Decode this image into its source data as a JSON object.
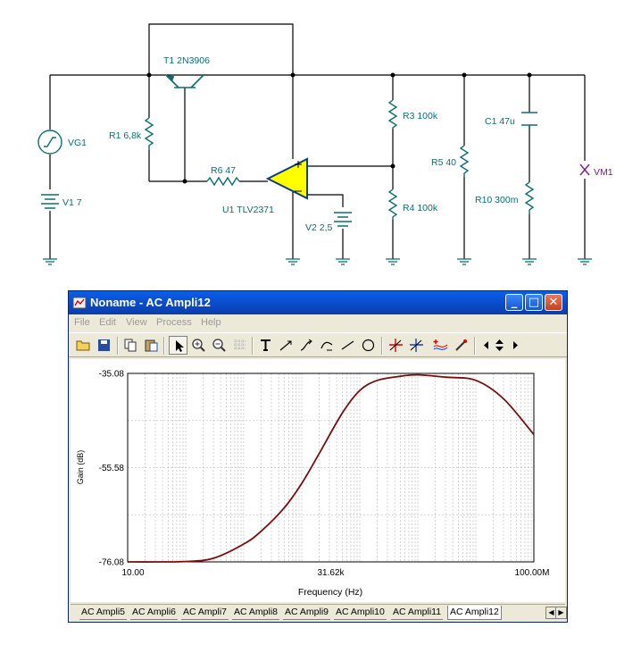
{
  "schematic": {
    "components": {
      "t1": "T1 2N3906",
      "r1": "R1 6,8k",
      "vg1": "VG1",
      "v1": "V1 7",
      "r6": "R6 47",
      "u1": "U1 TLV2371",
      "v2": "V2 2,5",
      "r3": "R3 100k",
      "r4": "R4 100k",
      "r5": "R5 40",
      "c1": "C1 47u",
      "r10": "R10 300m",
      "vm1": "VM1"
    },
    "colors": {
      "wire": "#000000",
      "component": "#0b6e6e",
      "opamp_fill": "#ffff00",
      "label": "#0b6e70",
      "meter_label": "#7a1a8a"
    }
  },
  "window": {
    "title": "Noname - AC Ampli12",
    "controls": {
      "minimize": "_",
      "maximize": "□",
      "close": "✕"
    },
    "menu": [
      "File",
      "Edit",
      "View",
      "Process",
      "Help"
    ],
    "toolbar_icons": [
      "open-folder-icon",
      "save-icon",
      "copy-icon",
      "paste-icon",
      "pointer-icon",
      "zoom-in-icon",
      "zoom-out-icon",
      "zoom-100-icon",
      "grid-icon",
      "text-icon",
      "annotate-line-icon",
      "annotate-curve-icon",
      "annotate-ramp-icon",
      "line-icon",
      "circle-icon",
      "cursor-a-icon",
      "cursor-b-icon",
      "add-curve-icon",
      "probe-icon",
      "arrow-left-icon",
      "arrow-updown-icon",
      "arrow-right-icon"
    ],
    "tabs": [
      "AC Ampli5",
      "AC Ampli6",
      "AC Ampli7",
      "AC Ampli8",
      "AC Ampli9",
      "AC Ampli10",
      "AC Ampli11",
      "AC Ampli12"
    ],
    "active_tab": "AC Ampli12",
    "tab_nav": {
      "prev": "◀",
      "next": "▶"
    }
  },
  "chart_data": {
    "type": "line",
    "xlabel": "Frequency (Hz)",
    "ylabel": "Gain (dB)",
    "x_scale": "log",
    "xlim": [
      10,
      100000000
    ],
    "ylim": [
      -76.08,
      -35.08
    ],
    "x_tick_labels": [
      "10.00",
      "31.62k",
      "100.00M"
    ],
    "y_tick_labels": [
      "-35.08",
      "-55.58",
      "-76.08"
    ],
    "grid": true,
    "line_color": "#7b0d0d",
    "series": [
      {
        "x": [
          10,
          30,
          100,
          300,
          1000,
          2000,
          5000,
          10000,
          20000,
          50000,
          100000,
          200000,
          500000,
          1000000,
          3000000,
          10000000,
          30000000,
          100000000
        ],
        "y": [
          -76.08,
          -76.08,
          -76.0,
          -75.3,
          -72.2,
          -69.4,
          -64.3,
          -59.0,
          -52.5,
          -43.7,
          -38.8,
          -36.6,
          -35.7,
          -35.4,
          -35.9,
          -36.6,
          -40.6,
          -48.4
        ]
      }
    ]
  }
}
